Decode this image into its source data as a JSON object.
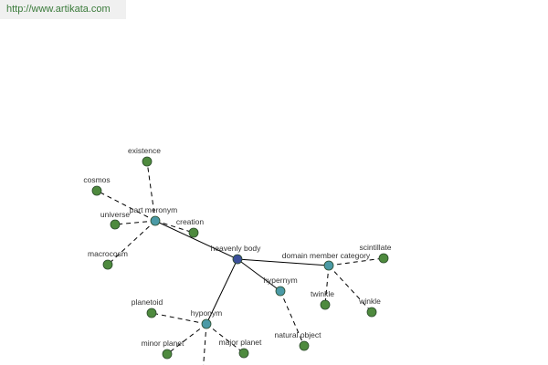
{
  "header": {
    "url": "http://www.artikata.com"
  },
  "colors": {
    "center_node": "#3b4f9a",
    "relation_node": "#4b9aa6",
    "word_node": "#4e8a3e",
    "node_stroke": "#2a4a2a",
    "edge": "#000000"
  },
  "graph": {
    "center": {
      "id": "heavenly-body",
      "label": "heavenly body"
    },
    "relations": [
      {
        "id": "part-meronym",
        "label": "part meronym",
        "words": [
          {
            "id": "existence",
            "label": "existence"
          },
          {
            "id": "cosmos",
            "label": "cosmos"
          },
          {
            "id": "universe",
            "label": "universe"
          },
          {
            "id": "creation",
            "label": "creation"
          },
          {
            "id": "macrocosm",
            "label": "macrocosm"
          }
        ]
      },
      {
        "id": "domain-member-category",
        "label": "domain member category",
        "words": [
          {
            "id": "scintillate",
            "label": "scintillate"
          },
          {
            "id": "twinkle",
            "label": "twinkle"
          },
          {
            "id": "winkle",
            "label": "winkle"
          }
        ]
      },
      {
        "id": "hypernym",
        "label": "hypernym",
        "words": [
          {
            "id": "natural-object",
            "label": "natural object"
          }
        ]
      },
      {
        "id": "hyponym",
        "label": "hyponym",
        "words": [
          {
            "id": "planetoid",
            "label": "planetoid"
          },
          {
            "id": "minor-planet",
            "label": "minor planet"
          },
          {
            "id": "major-planet",
            "label": "major planet"
          },
          {
            "id": "offscreen-word",
            "label": ""
          }
        ]
      }
    ]
  }
}
